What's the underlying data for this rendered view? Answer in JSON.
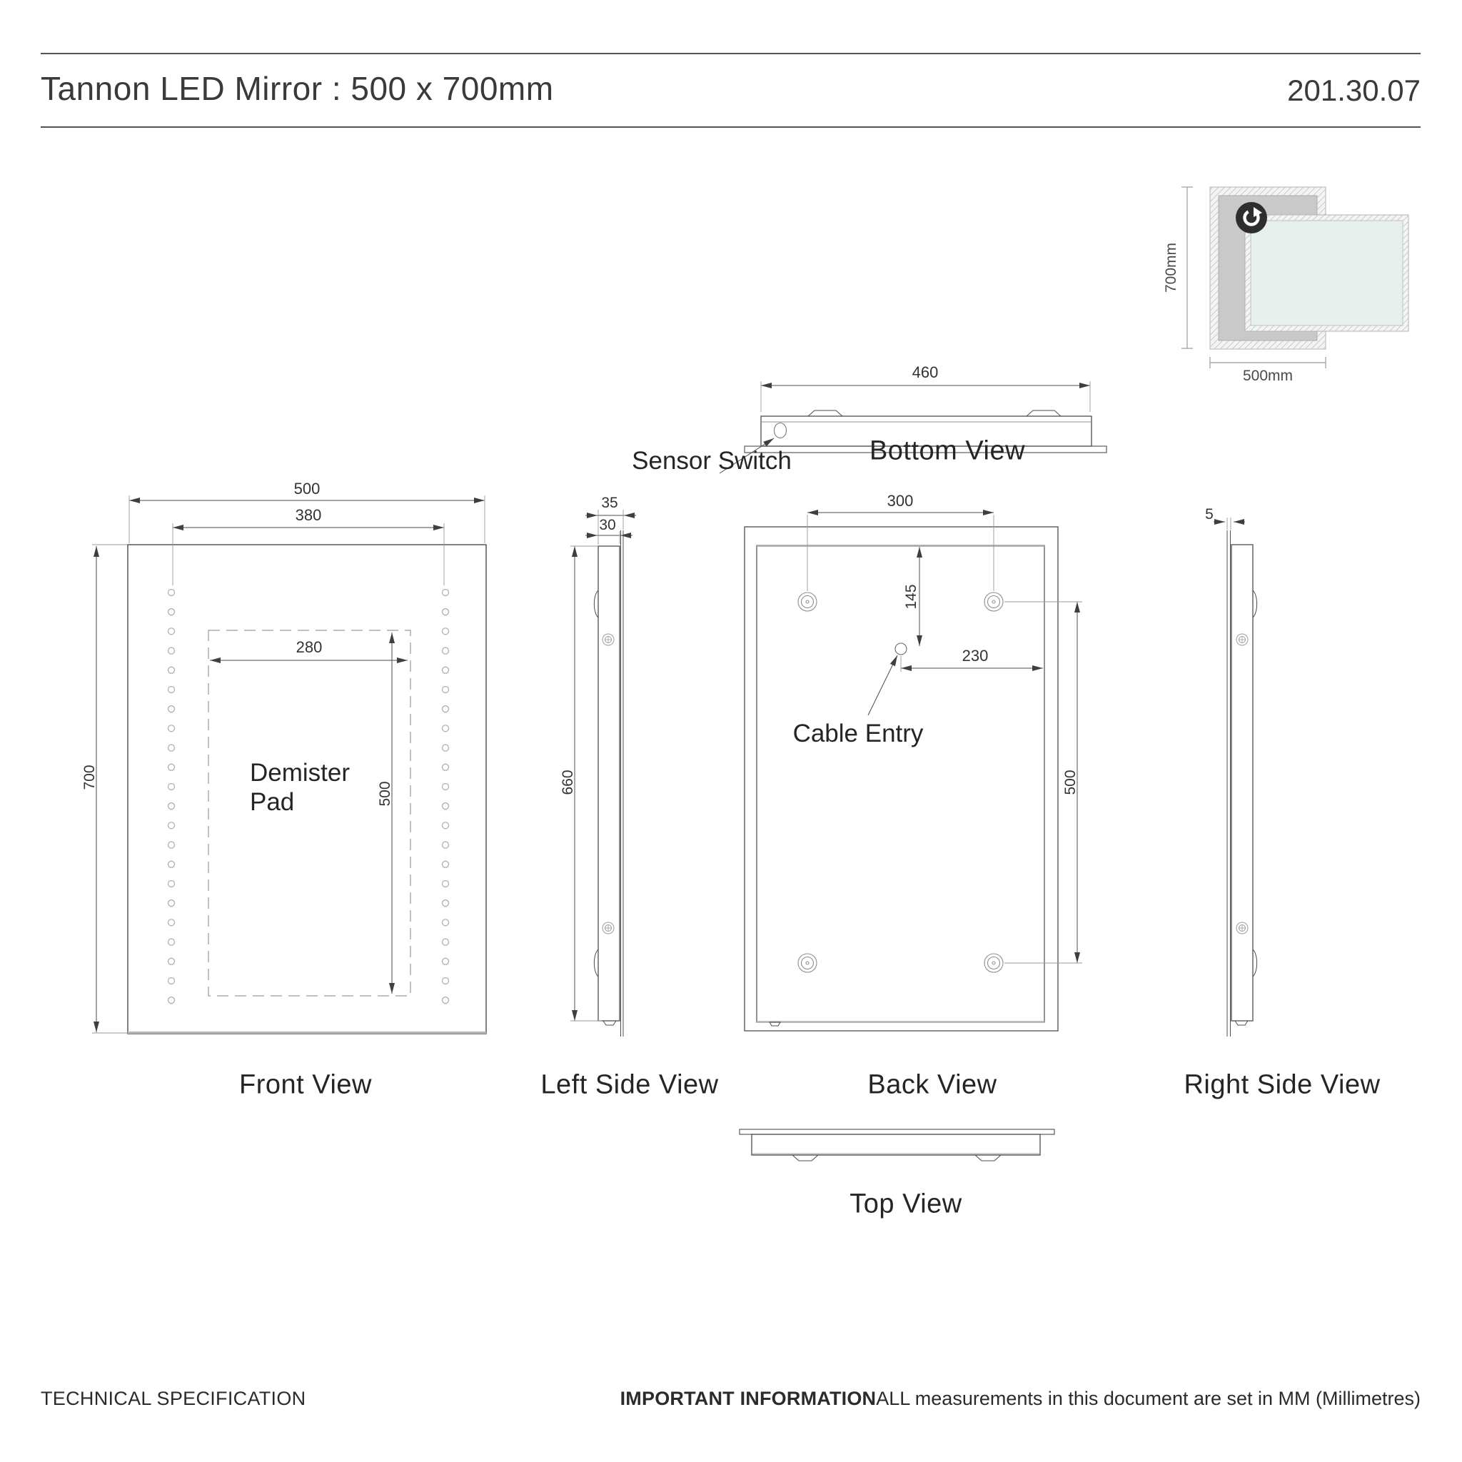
{
  "header": {
    "title": "Tannon LED Mirror : 500 x 700mm",
    "doc_number": "201.30.07"
  },
  "thumbnail": {
    "height_label": "700mm",
    "width_label": "500mm",
    "icon": "rotate-icon",
    "colors": {
      "icon_bg": "#2e2e2e",
      "frame_panel": "#c9c9c9",
      "glass_fill": "#e6efeb"
    }
  },
  "views": {
    "bottom": {
      "label": "Bottom View",
      "dim_width": "460",
      "sensor_label": "Sensor Switch"
    },
    "front": {
      "label": "Front View",
      "dim_width": "500",
      "dim_led_span": "380",
      "dim_pad_width": "280",
      "dim_pad_height": "500",
      "dim_height": "700",
      "demister_line1": "Demister",
      "demister_line2": "Pad"
    },
    "left_side": {
      "label": "Left Side View",
      "dim_depth_total": "35",
      "dim_depth_body": "30",
      "dim_body_height": "660"
    },
    "back": {
      "label": "Back View",
      "dim_hole_spacing_x": "300",
      "dim_cable_offset_y": "145",
      "dim_cable_offset_x": "230",
      "dim_hole_spacing_y": "500",
      "cable_label": "Cable Entry"
    },
    "right_side": {
      "label": "Right Side View",
      "dim_glass_depth": "5"
    },
    "top": {
      "label": "Top View"
    }
  },
  "footer": {
    "left_label": "TECHNICAL SPECIFICATION",
    "important_label": "IMPORTANT INFORMATION",
    "important_text": "ALL measurements in this document are set in MM (Millimetres)"
  }
}
